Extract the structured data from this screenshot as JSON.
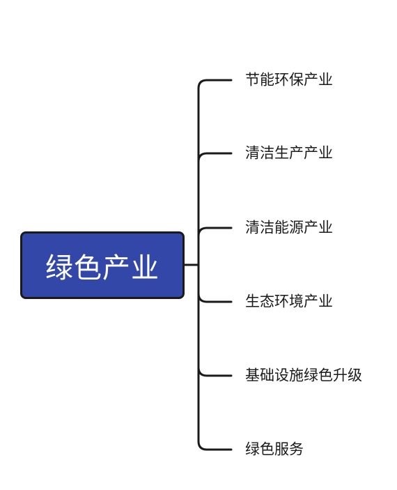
{
  "diagram": {
    "type": "mind-map",
    "root": {
      "label": "绿色产业",
      "fill_color": "#3347a8",
      "text_color": "#ffffff"
    },
    "branches": [
      {
        "label": "节能环保产业"
      },
      {
        "label": "清洁生产产业"
      },
      {
        "label": "清洁能源产业"
      },
      {
        "label": "生态环境产业"
      },
      {
        "label": "基础设施绿色升级"
      },
      {
        "label": "绿色服务"
      }
    ],
    "line_color": "#1a1a1a"
  }
}
